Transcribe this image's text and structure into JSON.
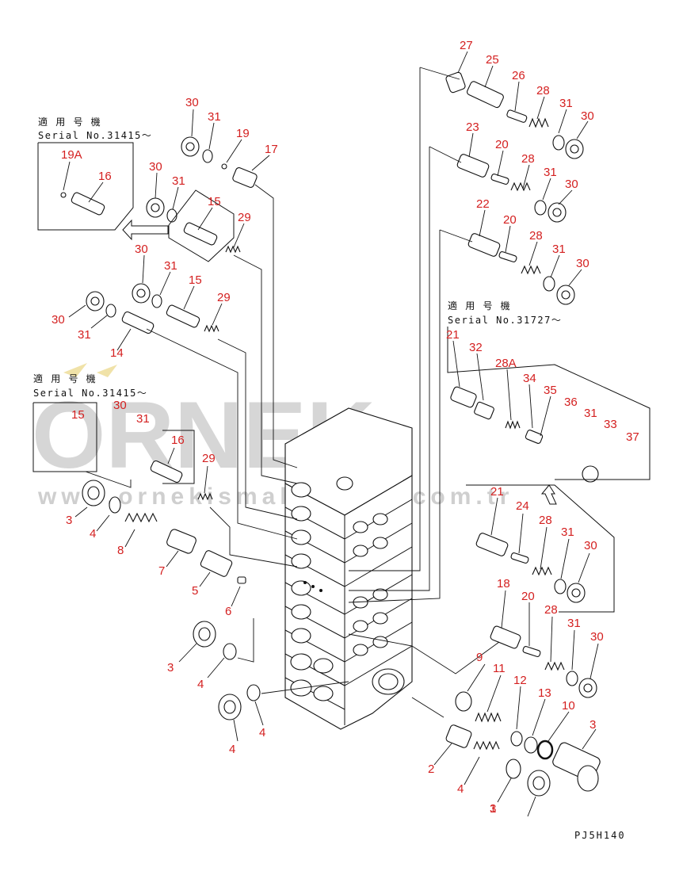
{
  "diagram": {
    "drawing_code": "PJ5H140",
    "serial_notes": [
      {
        "heading": "適 用 号 機",
        "serial": "Serial No.31415～"
      },
      {
        "heading": "適 用 号 機",
        "serial": "Serial No.31727～"
      },
      {
        "heading": "適 用 号 機",
        "serial": "Serial No.31415～"
      }
    ],
    "watermark": {
      "brand": "ORNEK",
      "url": "www.ornekismakinalari.com.tr"
    },
    "callouts": [
      "27",
      "25",
      "26",
      "28",
      "31",
      "30",
      "23",
      "20",
      "28",
      "31",
      "30",
      "22",
      "20",
      "28",
      "31",
      "30",
      "30",
      "31",
      "19",
      "17",
      "19A",
      "16",
      "30",
      "31",
      "15",
      "29",
      "30",
      "31",
      "15",
      "29",
      "30",
      "31",
      "14",
      "21",
      "32",
      "28A",
      "34",
      "35",
      "36",
      "31",
      "33",
      "37",
      "15",
      "30",
      "31",
      "16",
      "29",
      "3",
      "4",
      "8",
      "7",
      "5",
      "6",
      "21",
      "24",
      "28",
      "31",
      "30",
      "18",
      "20",
      "28",
      "31",
      "30",
      "3",
      "4",
      "4",
      "9",
      "11",
      "12",
      "13",
      "10",
      "3",
      "4",
      "1",
      "2",
      "4",
      "3"
    ]
  }
}
